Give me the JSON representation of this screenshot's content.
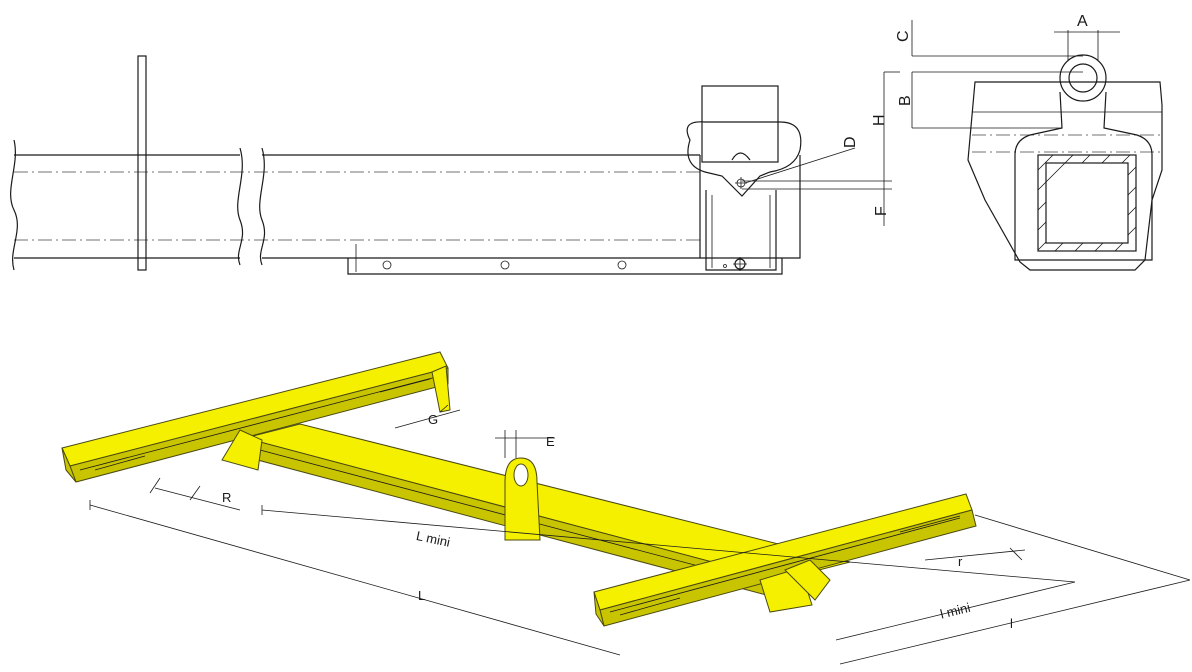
{
  "colors": {
    "accent": "#f5f000",
    "line": "#1a1a1a"
  },
  "labels": {
    "A": "A",
    "B": "B",
    "C": "C",
    "D": "D",
    "E": "E",
    "F": "F",
    "G": "G",
    "H": "H",
    "R": "R",
    "r": "r",
    "L": "L",
    "L_mini": "L mini",
    "l": "l",
    "l_mini": "l mini"
  }
}
